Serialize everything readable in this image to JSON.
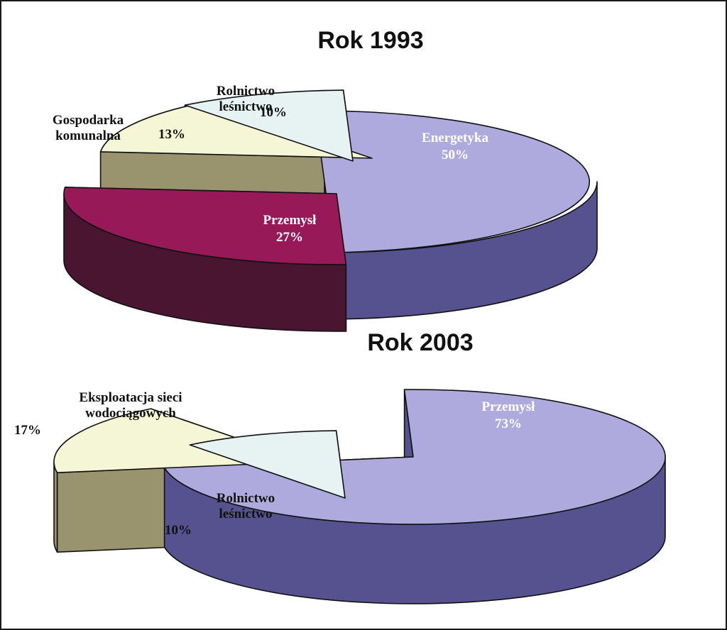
{
  "chart_data": [
    {
      "type": "pie",
      "title": "Rok 1993",
      "unit": "%",
      "slices": [
        {
          "name": "Energetyka",
          "value": 50,
          "top_color": "#aeaade",
          "side_color": "#55528f"
        },
        {
          "name": "Przemysł",
          "value": 27,
          "top_color": "#981958",
          "side_color": "#4a1530"
        },
        {
          "name": "Gospodarka komunalna",
          "label_lines": [
            "Gospodarka",
            "komunalna"
          ],
          "value": 13,
          "top_color": "#f5f6d6",
          "side_color": "#99946e"
        },
        {
          "name": "Rolnictwo leśnictwo",
          "label_lines": [
            "Rolnictwo",
            "leśnictwo"
          ],
          "value": 10,
          "top_color": "#e6f3f2",
          "side_color": "#7a9290"
        }
      ]
    },
    {
      "type": "pie",
      "title": "Rok 2003",
      "unit": "%",
      "slices": [
        {
          "name": "Przemysł",
          "value": 73,
          "top_color": "#aeaade",
          "side_color": "#55528f"
        },
        {
          "name": "Eksploatacja sieci wodociągowych",
          "label_lines": [
            "Eksploatacja sieci",
            "wodociągowych"
          ],
          "value": 17,
          "top_color": "#f5f6d6",
          "side_color": "#99946e"
        },
        {
          "name": "Rolnictwo leśnictwo",
          "label_lines": [
            "Rolnictwo",
            "leśnictwo"
          ],
          "value": 10,
          "top_color": "#e6f3f2",
          "side_color": "#7a9290"
        }
      ]
    }
  ]
}
